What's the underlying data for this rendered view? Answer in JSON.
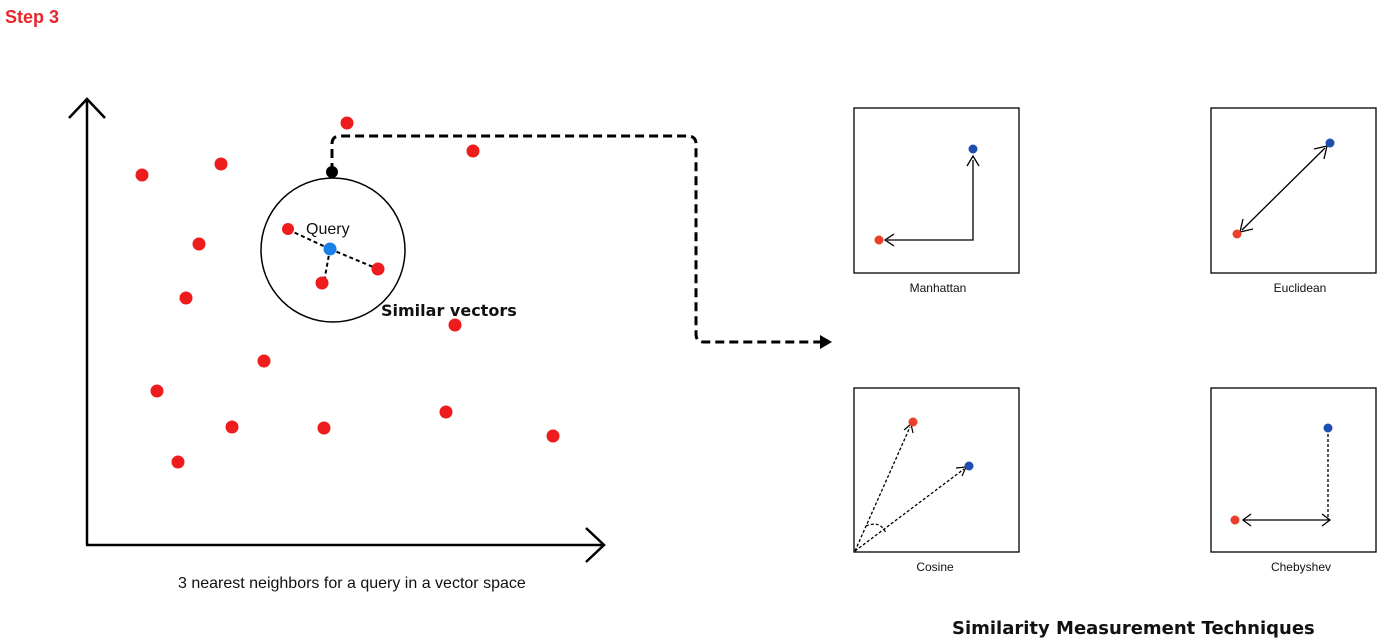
{
  "step_title": "Step 3",
  "scatter": {
    "caption": "3 nearest neighbors for a query in a vector space",
    "query_label": "Query",
    "similar_label": "Similar vectors"
  },
  "techniques": {
    "title": "Similarity Measurement Techniques",
    "panels": [
      {
        "key": "manhattan",
        "label": "Manhattan"
      },
      {
        "key": "euclidean",
        "label": "Euclidean"
      },
      {
        "key": "cosine",
        "label": "Cosine"
      },
      {
        "key": "chebyshev",
        "label": "Chebyshev"
      }
    ]
  },
  "colors": {
    "point_red": "#ee1c1c",
    "query_blue": "#1a7fe6",
    "panel_red": "#e8402a",
    "panel_blue": "#1e4fb0",
    "step_title": "#e8262a"
  }
}
